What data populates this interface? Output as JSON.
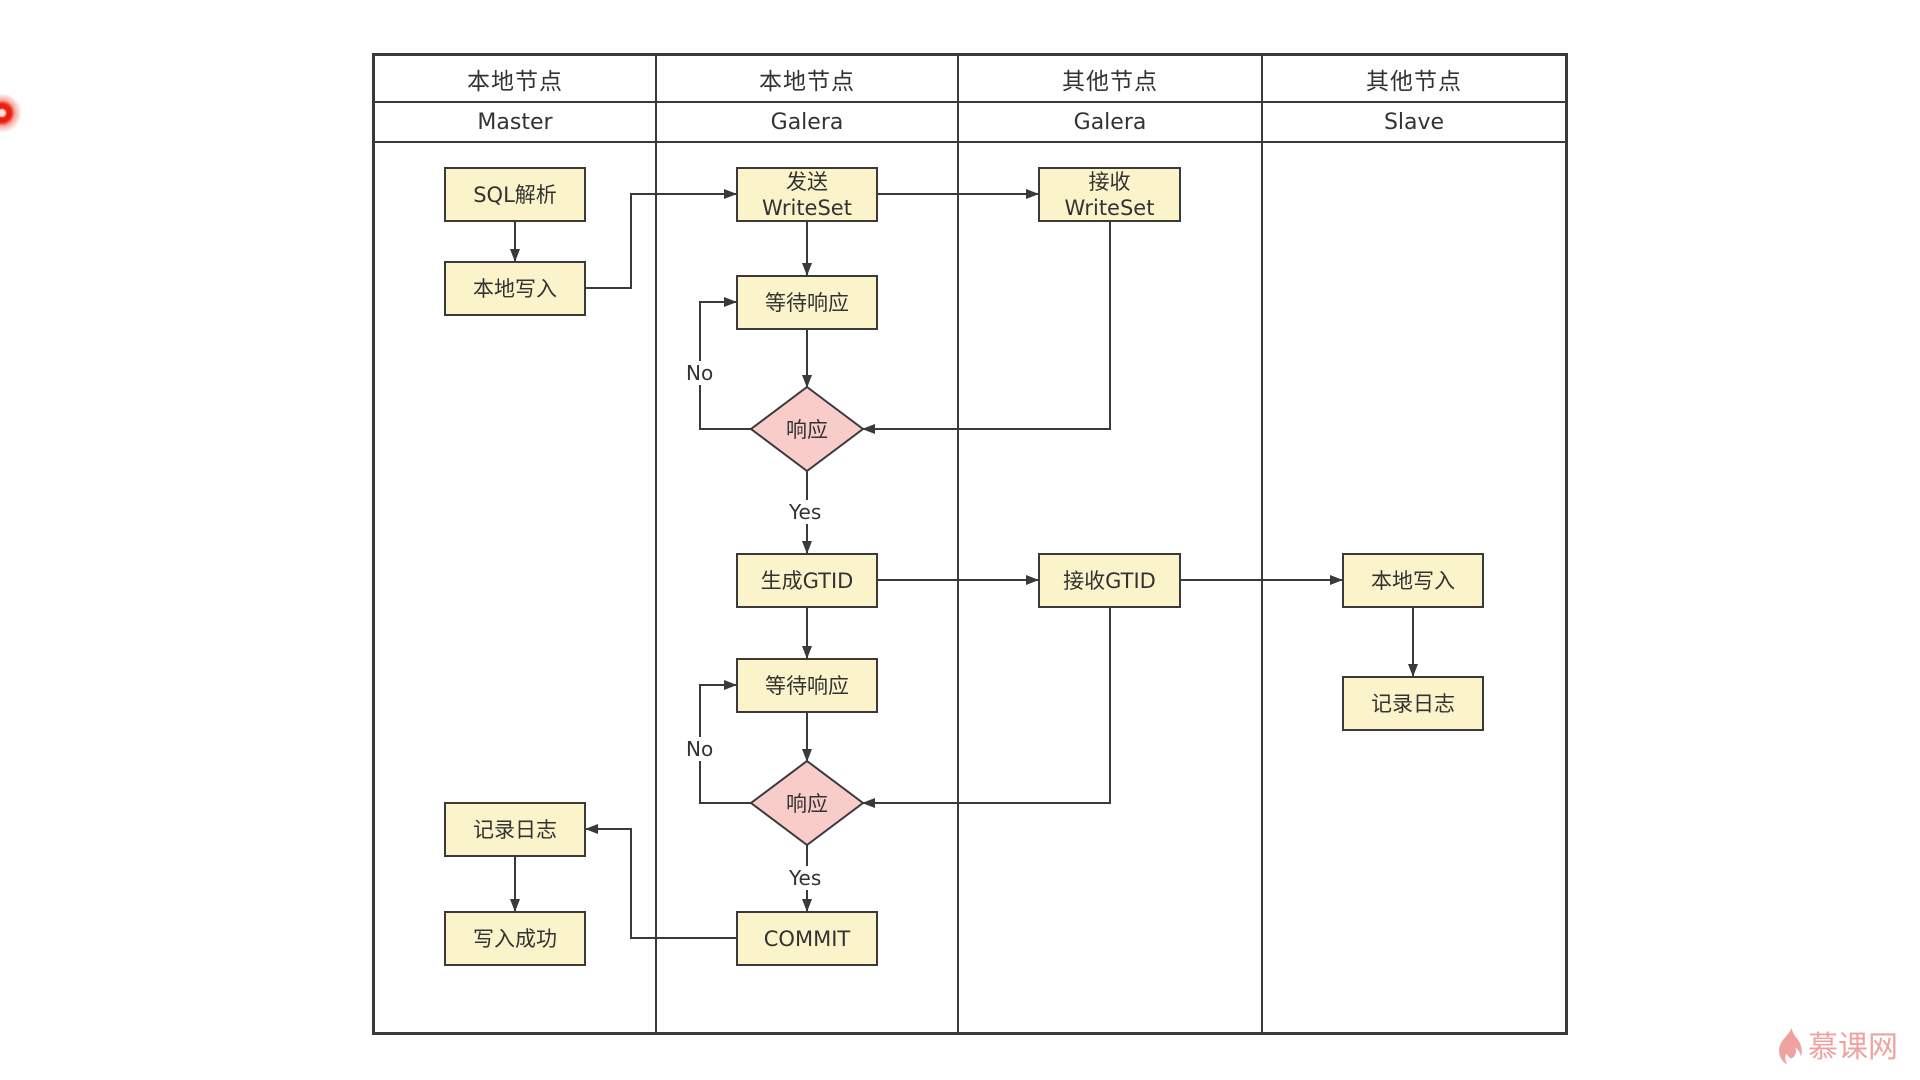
{
  "lanes": [
    {
      "group": "本地节点",
      "role": "Master"
    },
    {
      "group": "本地节点",
      "role": "Galera"
    },
    {
      "group": "其他节点",
      "role": "Galera"
    },
    {
      "group": "其他节点",
      "role": "Slave"
    }
  ],
  "nodes": {
    "sql_parse": {
      "label": "SQL解析"
    },
    "local_write_master": {
      "label": "本地写入"
    },
    "send_writeset": {
      "line1": "发送",
      "line2": "WriteSet"
    },
    "recv_writeset": {
      "line1": "接收",
      "line2": "WriteSet"
    },
    "wait_response_1": {
      "label": "等待响应"
    },
    "response_1": {
      "label": "响应"
    },
    "gen_gtid": {
      "label": "生成GTID"
    },
    "recv_gtid": {
      "label": "接收GTID"
    },
    "local_write_slave": {
      "label": "本地写入"
    },
    "log_slave": {
      "label": "记录日志"
    },
    "wait_response_2": {
      "label": "等待响应"
    },
    "response_2": {
      "label": "响应"
    },
    "log_master": {
      "label": "记录日志"
    },
    "write_success": {
      "label": "写入成功"
    },
    "commit": {
      "label": "COMMIT"
    }
  },
  "edge_labels": {
    "no_1": "No",
    "yes_1": "Yes",
    "no_2": "No",
    "yes_2": "Yes"
  },
  "watermark": {
    "text": "慕课网"
  },
  "colors": {
    "box_fill": "#fbf4cb",
    "diamond_fill": "#f8cdc9",
    "line": "#3a3a3a",
    "text": "#333333",
    "logo_pink": "#efa3a1",
    "pointer_red": "#e8200e",
    "background": "#ffffff"
  }
}
